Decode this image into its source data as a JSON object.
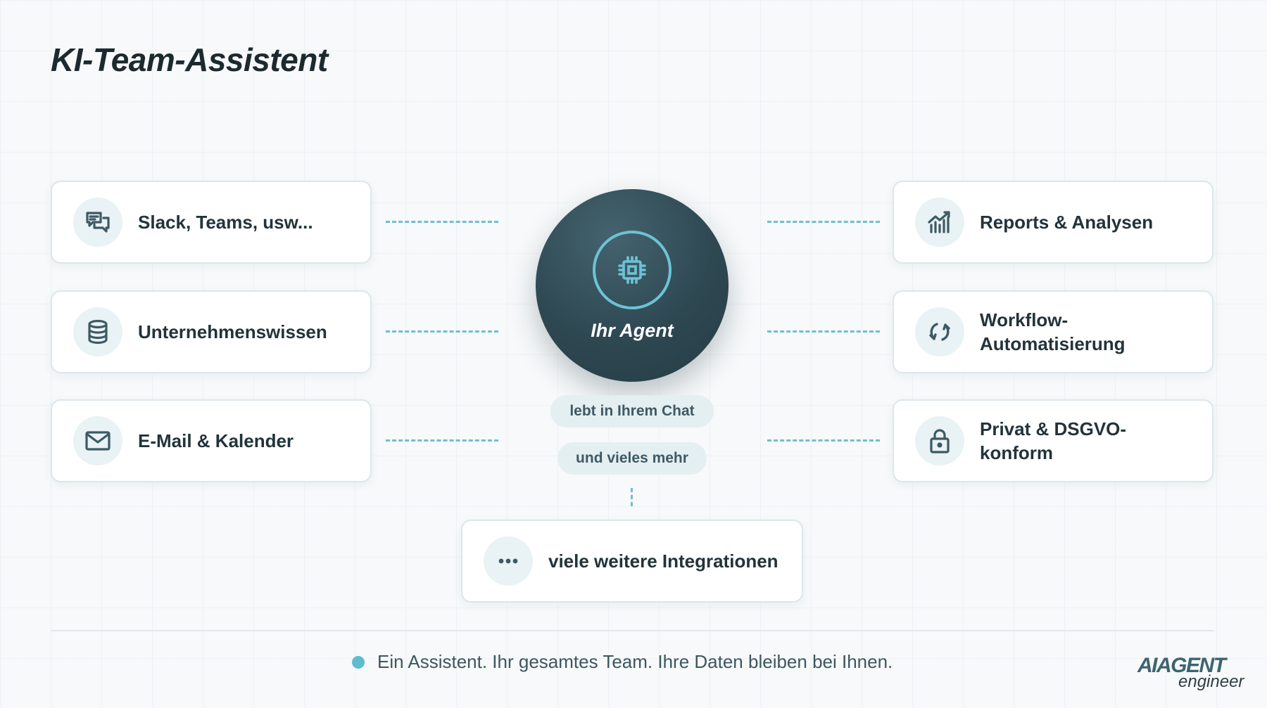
{
  "title": "KI-Team-Assistent",
  "hub": {
    "label": "Ihr Agent",
    "icon": "chip-icon"
  },
  "pills": {
    "chat": "lebt in Ihrem Chat",
    "more": "und vieles mehr"
  },
  "left_cards": [
    {
      "label": "Slack, Teams, usw...",
      "icon": "chat-icon"
    },
    {
      "label": "Unternehmenswissen",
      "icon": "database-icon"
    },
    {
      "label": "E-Mail & Kalender",
      "icon": "mail-icon"
    }
  ],
  "right_cards": [
    {
      "label": "Reports & Analysen",
      "icon": "chart-icon"
    },
    {
      "label_line1": "Workflow-",
      "label_line2": "Automatisierung",
      "icon": "refresh-icon"
    },
    {
      "label_line1": "Privat & DSGVO-",
      "label_line2": "konform",
      "icon": "lock-icon"
    }
  ],
  "bottom_card": {
    "label": "viele weitere Integrationen",
    "icon": "more-icon"
  },
  "footer": {
    "text": "Ein Assistent. Ihr gesamtes Team. Ihre Daten bleiben bei Ihnen."
  },
  "logo": {
    "line1": "AIAGENT",
    "line2": "engineer"
  },
  "colors": {
    "accent": "#5fbcd0",
    "hub_dark": "#2e4852",
    "icon": "#3d5a65",
    "text": "#22333b"
  }
}
